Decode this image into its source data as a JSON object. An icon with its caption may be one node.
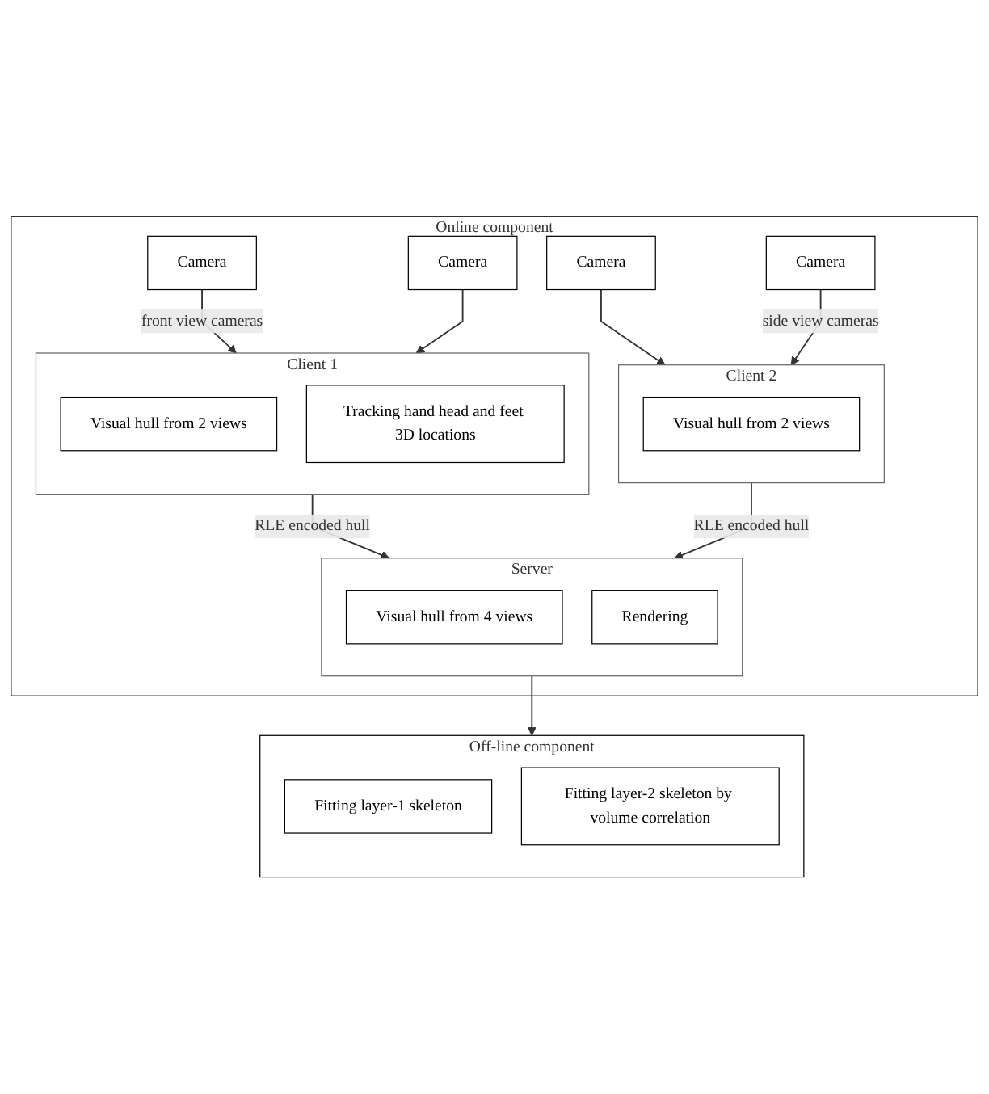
{
  "diagram": {
    "nodes": [
      {
        "text": [
          "Online component"
        ]
      },
      {
        "text": [
          "Camera"
        ],
        "in": 0
      },
      {
        "text": [
          "Camera"
        ],
        "in": 0
      },
      {
        "text": [
          "Camera"
        ],
        "in": 0
      },
      {
        "text": [
          "Camera"
        ],
        "in": 0
      },
      {
        "text": [
          "Client 1"
        ],
        "in": 0
      },
      {
        "text": [
          "Visual hull from 2 views"
        ],
        "in": 5
      },
      {
        "text": [
          "Tracking hand head and feet 3D locations"
        ],
        "in": 5
      },
      {
        "text": [
          "Client 2"
        ],
        "in": 0
      },
      {
        "text": [
          "Visual hull from 2 views"
        ],
        "in": 8
      },
      {
        "text": [
          "Server"
        ],
        "in": 0
      },
      {
        "text": [
          "Visual hull from 4 views"
        ],
        "in": 10
      },
      {
        "text": [
          "Rendering"
        ],
        "in": 10
      },
      {
        "text": [
          "Off-line component"
        ]
      },
      {
        "text": [
          "Fitting layer-1 skeleton"
        ],
        "in": 13
      },
      {
        "text": [
          "Fitting layer-2 skeleton by volume correlation"
        ],
        "in": 13
      }
    ],
    "edges": [
      {
        "from": 1,
        "to": 5,
        "arrow": "to",
        "label": "front view cameras"
      },
      {
        "from": 2,
        "to": 5,
        "arrow": "to"
      },
      {
        "from": 3,
        "to": 8,
        "arrow": "to"
      },
      {
        "from": 4,
        "to": 8,
        "arrow": "to",
        "label": "side view cameras"
      },
      {
        "from": 5,
        "to": 10,
        "arrow": "to",
        "label": "RLE encoded hull"
      },
      {
        "from": 8,
        "to": 10,
        "arrow": "to",
        "label": "RLE encoded hull"
      },
      {
        "from": 10,
        "to": 13,
        "arrow": "to"
      }
    ]
  }
}
